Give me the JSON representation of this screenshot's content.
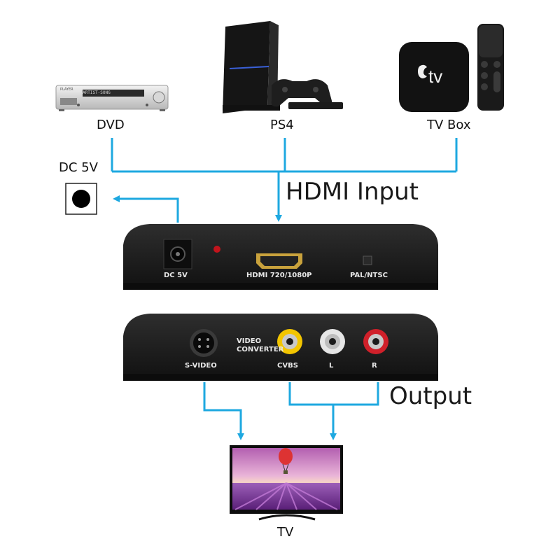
{
  "sources": {
    "dvd": "DVD",
    "ps4": "PS4",
    "tvbox": "TV Box",
    "apple_tv_logo": "tv"
  },
  "power": {
    "label": "DC 5V"
  },
  "hdmi_input_label": "HDMI Input",
  "output_label": "Output",
  "tv_label": "TV",
  "dvd_display": {
    "brand": "PLAYER",
    "text": "ARTIST-SONG"
  },
  "top_panel": {
    "dc": "DC 5V",
    "hdmi": "HDMI 720/1080P",
    "switch": "PAL/NTSC"
  },
  "bottom_panel": {
    "svideo": "S-VIDEO",
    "converter_line1": "VIDEO",
    "converter_line2": "CONVERTER",
    "cvbs": "CVBS",
    "left": "L",
    "right": "R"
  },
  "colors": {
    "arrow": "#1ea8e0",
    "device": "#1c1c1c",
    "rca_yellow": "#f2c500",
    "rca_white": "#e6e6e6",
    "rca_red": "#d0202a"
  }
}
